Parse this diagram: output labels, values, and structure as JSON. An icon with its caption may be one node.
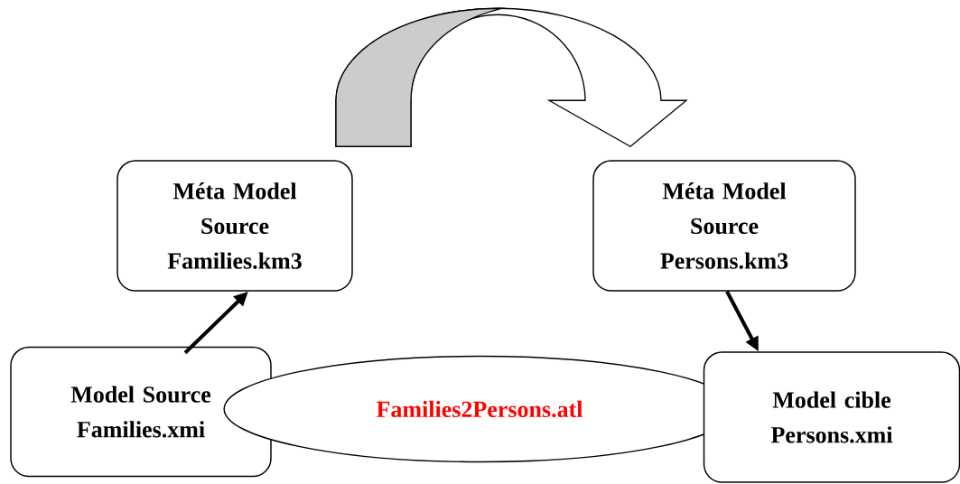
{
  "diagram": {
    "nodes": [
      {
        "text": [
          "Méta Model Source Families.km3"
        ]
      },
      {
        "text": [
          "Méta Model Source Persons.km3"
        ]
      },
      {
        "text": [
          "Model Source Families.xmi"
        ]
      },
      {
        "text": [
          "Families2Persons.atl"
        ]
      },
      {
        "text": [
          "Model cible Persons.xmi"
        ]
      }
    ],
    "edges": [
      {
        "from": 0,
        "to": 1,
        "arrow": "to"
      },
      {
        "from": 2,
        "to": 0,
        "arrow": "to"
      },
      {
        "from": 1,
        "to": 4,
        "arrow": "to"
      }
    ]
  }
}
